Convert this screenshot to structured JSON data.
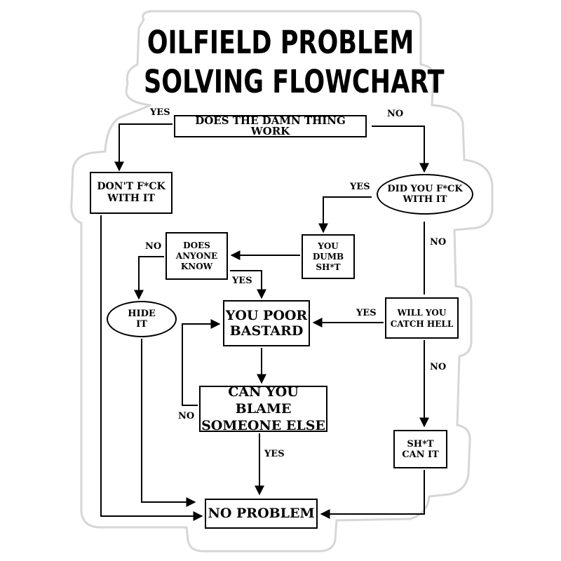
{
  "title": {
    "line1": "OILFIELD PROBLEM",
    "line2": "SOLVING FLOWCHART"
  },
  "nodes": {
    "does_it_work": "DOES THE DAMN THING WORK",
    "dont_fck": "DON'T F*CK\nWITH IT",
    "did_you_fck": "DID YOU F*CK\nWITH IT",
    "dumb": "YOU\nDUMB\nSH*T",
    "anyone_know": "DOES\nANYONE\nKNOW",
    "hide_it": "HIDE\nIT",
    "poor_bastard": "YOU POOR\nBASTARD",
    "catch_hell": "WILL YOU\nCATCH HELL",
    "blame": "CAN YOU BLAME\nSOMEONE ELSE",
    "can_it": "SH*T\nCAN IT",
    "no_problem": "NO PROBLEM"
  },
  "edge_labels": {
    "work_yes": "YES",
    "work_no": "NO",
    "fck_yes": "YES",
    "fck_no": "NO",
    "know_no": "NO",
    "know_yes": "YES",
    "hell_yes": "YES",
    "hell_no": "NO",
    "blame_no": "NO",
    "blame_yes": "YES"
  },
  "colors": {
    "ink": "#000000",
    "sticker": "#ffffff",
    "sticker_outline": "#d6d6d6"
  }
}
